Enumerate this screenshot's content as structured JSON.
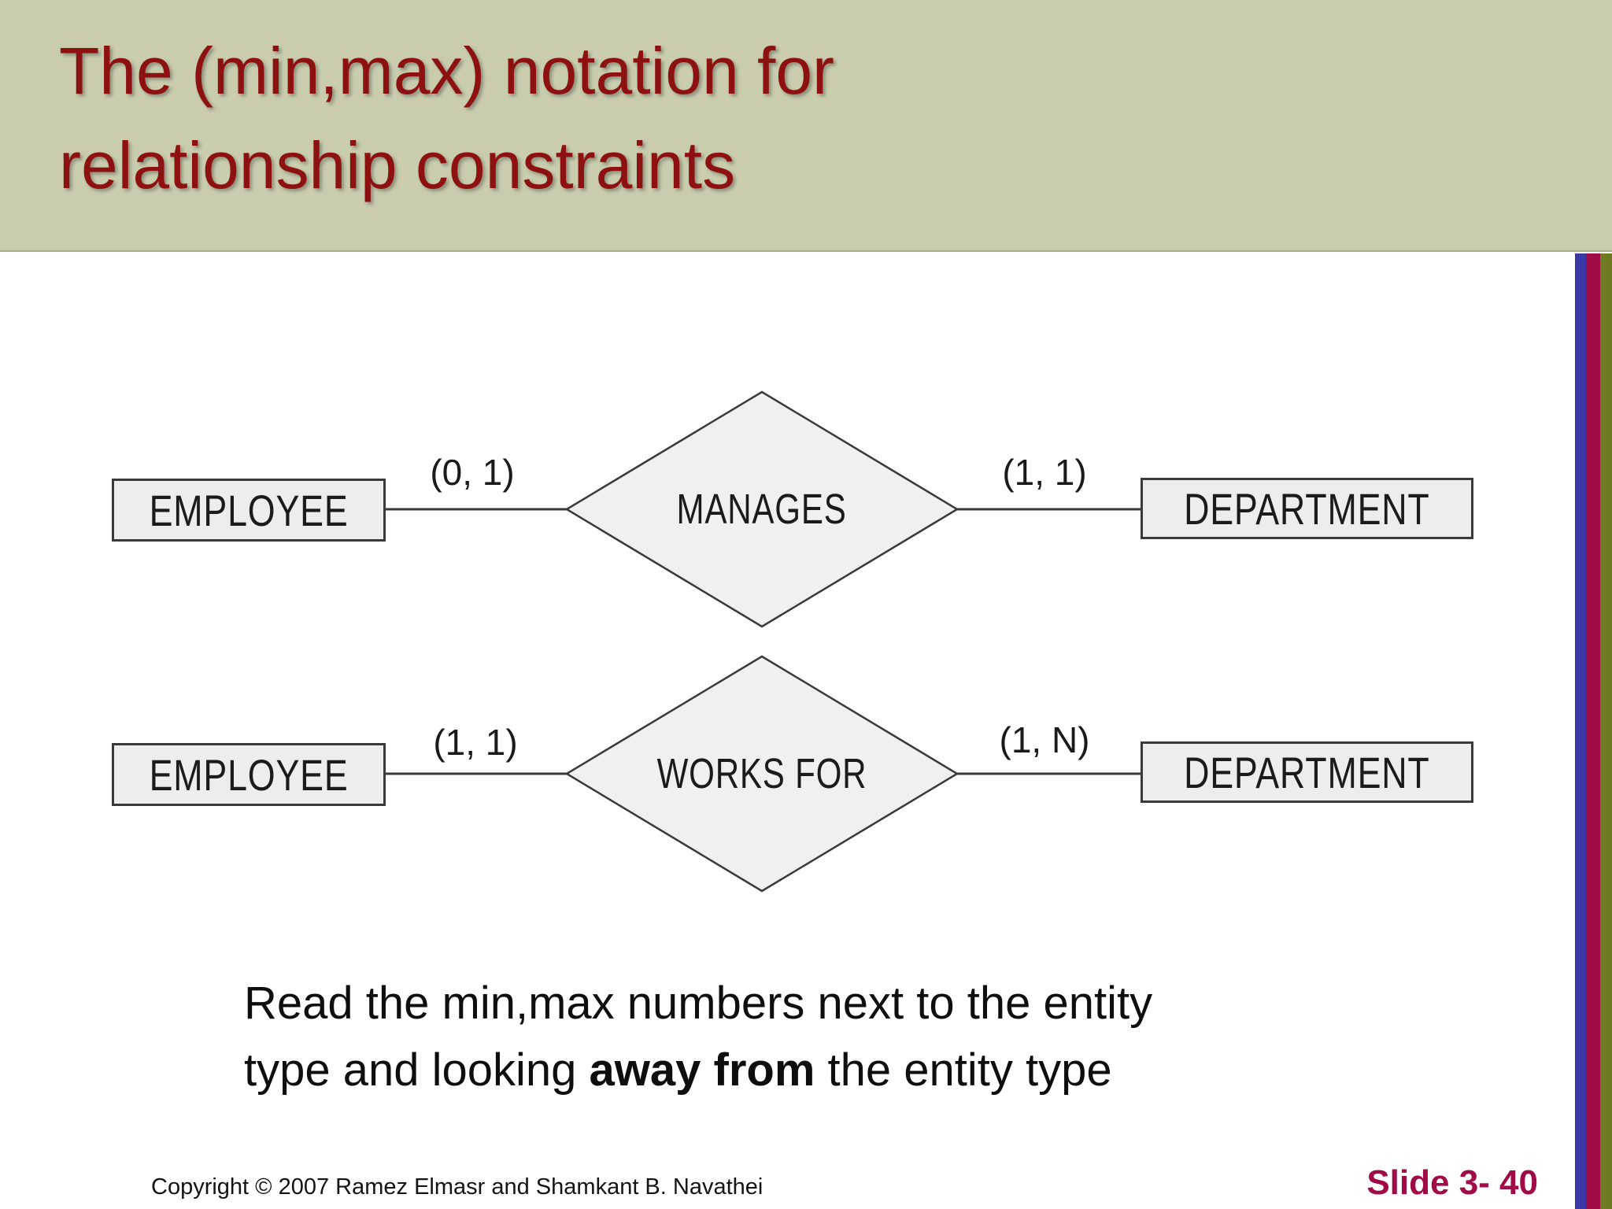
{
  "slide": {
    "title": "The (min,max) notation for\nrelationship constraints",
    "copyright": "Copyright © 2007 Ramez Elmasr and Shamkant B. Navathei",
    "slide_number": "Slide 3- 40"
  },
  "colors": {
    "header_background": "#c9cdae",
    "title_text": "#8e1111",
    "stripe_blue": "#3936a6",
    "stripe_maroon": "#a00a46",
    "stripe_olive": "#6f7b21",
    "entity_fill": "#ededed",
    "diamond_fill": "#f0f0f0",
    "diagram_outline": "#3a3a3a",
    "slide_number_text": "#a00a46"
  },
  "diagram": {
    "relationships": [
      {
        "left_entity": "EMPLOYEE",
        "left_cardinality": "(0, 1)",
        "name": "MANAGES",
        "right_cardinality": "(1, 1)",
        "right_entity": "DEPARTMENT"
      },
      {
        "left_entity": "EMPLOYEE",
        "left_cardinality": "(1, 1)",
        "name": "WORKS FOR",
        "right_cardinality": "(1, N)",
        "right_entity": "DEPARTMENT"
      }
    ]
  },
  "note": {
    "line1": "Read the min,max numbers next to the entity",
    "line2_before": "type and looking ",
    "line2_bold": "away from",
    "line2_after": " the entity type"
  }
}
